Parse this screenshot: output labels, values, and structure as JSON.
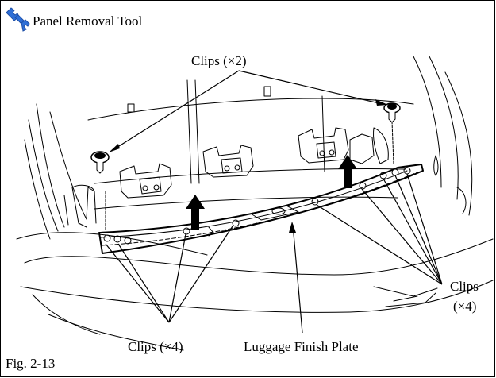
{
  "tool": {
    "icon": "wrench-icon",
    "label": "Panel Removal Tool",
    "icon_color": "#2f6fd6"
  },
  "callouts": {
    "clips_top": "Clips (×2)",
    "clips_right_line1": "Clips",
    "clips_right_line2": "(×4)",
    "clips_bottom_left": "Clips (×4)",
    "plate": "Luggage Finish Plate"
  },
  "figure_number": "Fig. 2-13"
}
